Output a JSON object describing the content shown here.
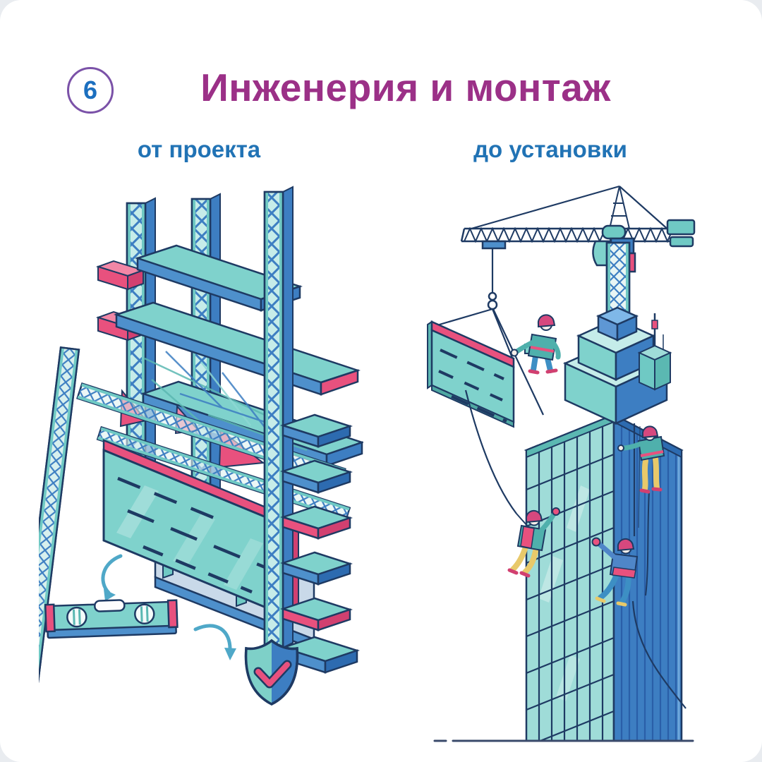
{
  "page": {
    "badge_number": "6",
    "title": "Инженерия и монтаж",
    "caption_left": "от проекта",
    "caption_right": "до установки"
  },
  "palette": {
    "title_color": "#9B3087",
    "caption_color": "#2173B5",
    "badge_digit_color": "#1B6FBF",
    "badge_ring_color": "#7B52A8",
    "teal": "#7FD2CC",
    "teal_light": "#C5ECE9",
    "blue": "#3D7EC2",
    "blue_mid": "#4E90CC",
    "pink": "#E8517E",
    "navy_outline": "#1E3A63",
    "worker_yellow": "#E8C96A",
    "glass": "#9FDCD8"
  },
  "illustrations": {
    "left_scene": {
      "name": "design-structure",
      "elements": [
        "lattice-towers",
        "shelf-slabs",
        "diagonal-truss",
        "facade-panel",
        "down-arrow",
        "spirit-level",
        "curve-arrow",
        "shield-check"
      ]
    },
    "right_scene": {
      "name": "installation-scene",
      "elements": [
        "tower-crane",
        "hook-and-slings",
        "lifted-panel",
        "rooftop-worker",
        "skyscraper",
        "rappelling-workers",
        "antenna",
        "ground-line"
      ]
    }
  }
}
